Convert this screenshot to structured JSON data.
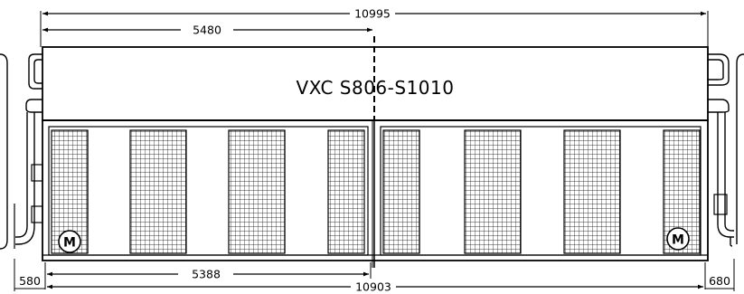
{
  "drawing": {
    "model_label": "VXC S806-S1010",
    "motor_symbol": "M",
    "dimensions": {
      "overall_top": "10995",
      "left_section_top": "5480",
      "left_section_bottom": "5388",
      "overall_bottom": "10903",
      "left_offset": "580",
      "right_offset": "680"
    }
  }
}
